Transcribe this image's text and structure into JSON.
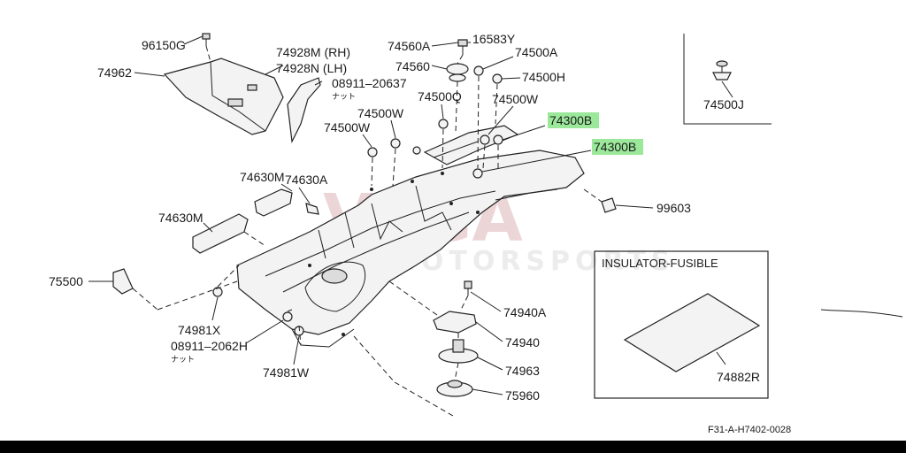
{
  "labels": {
    "p96150G": "96150G",
    "p74962": "74962",
    "p74928M": "74928M (RH)",
    "p74928N": "74928N (LH)",
    "p08911_20637": "08911–20637",
    "nut1": "ナット",
    "p74560A": "74560A",
    "p16583Y": "16583Y",
    "p74500A": "74500A",
    "p74560": "74560",
    "p74500H": "74500H",
    "p74500Q": "74500Q",
    "p74500W_a": "74500W",
    "p74500W_b": "74500W",
    "p74500W_c": "74500W",
    "p74300B_a": "74300B",
    "p74300B_b": "74300B",
    "p74500J": "74500J",
    "p74630M_a": "74630M",
    "p74630A": "74630A",
    "p74630M_b": "74630M",
    "p99603": "99603",
    "p75500": "75500",
    "p74981X": "74981X",
    "p08911_2062H": "08911–2062H",
    "nut2": "ナット",
    "p74981W": "74981W",
    "p74940A": "74940A",
    "p74940": "74940",
    "p74963": "74963",
    "p75960": "75960",
    "p74882R": "74882R"
  },
  "insulator_box_title": "INSULATOR-FUSIBLE",
  "reference_code": "F31-A-H7402-0028",
  "watermark": {
    "top": "VEGA",
    "bottom": "MOTORSPORTS"
  },
  "colors": {
    "highlight": "#9be89b",
    "line": "#222222",
    "watermark": "#d9a3a8"
  }
}
